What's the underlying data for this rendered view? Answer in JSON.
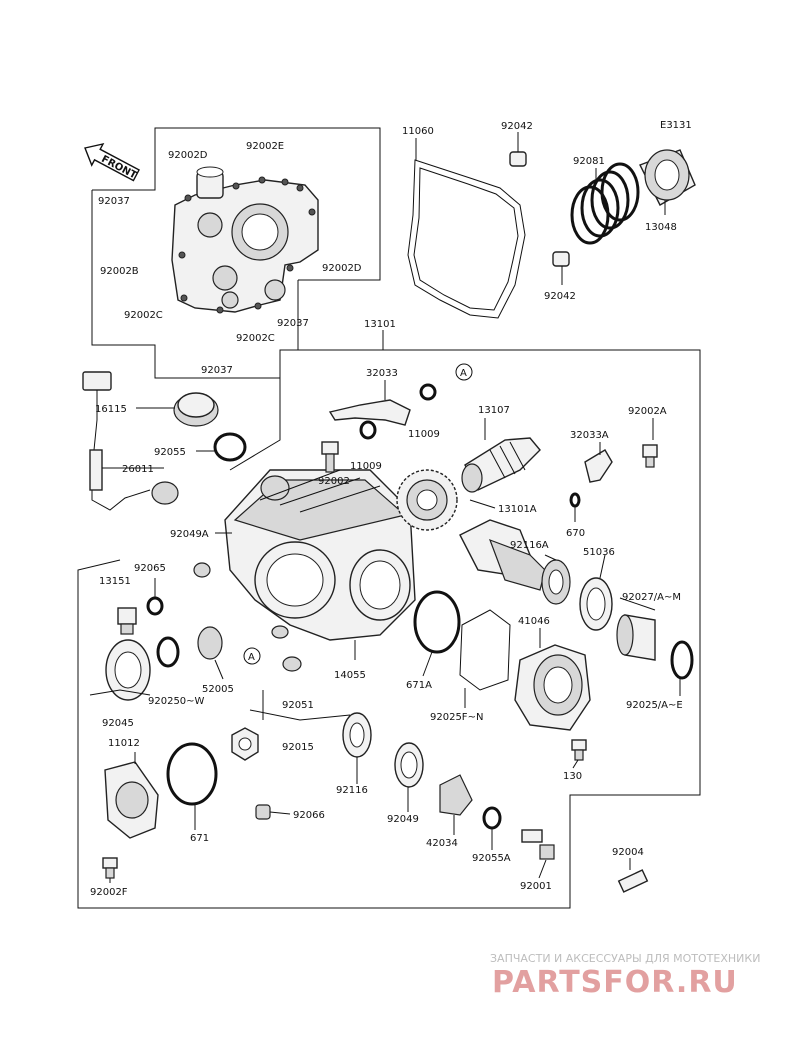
{
  "diagram_code": "E3131",
  "front_label": "FRONT",
  "callout_marker": "A",
  "part_labels": {
    "p92002D": "92002D",
    "p92002E": "92002E",
    "p92037a": "92037",
    "p92002B": "92002B",
    "p92002D2": "92002D",
    "p92002C": "92002C",
    "p92037b": "92037",
    "p92002C2": "92002C",
    "p92037c": "92037",
    "p11060": "11060",
    "p92042a": "92042",
    "p92081": "92081",
    "p13048": "13048",
    "p92042b": "92042",
    "p13101": "13101",
    "p16115": "16115",
    "p92055": "92055",
    "p26011": "26011",
    "p32033": "32033",
    "p11009a": "11009",
    "p11009b": "11009",
    "p92002": "92002",
    "p13107": "13107",
    "p92002A": "92002A",
    "p32033A": "32033A",
    "p13101A": "13101A",
    "p670": "670",
    "p92049A": "92049A",
    "p92116A": "92116A",
    "p51036": "51036",
    "p92065": "92065",
    "p13151": "13151",
    "p92027": "92027/A~M",
    "p41046": "41046",
    "p14055": "14055",
    "p671A": "671A",
    "p52005": "52005",
    "p92025W": "920250~W",
    "p92051": "92051",
    "p92025F": "92025F~N",
    "p92025A": "92025/A~E",
    "p92045": "92045",
    "p11012": "11012",
    "p92015": "92015",
    "p130": "130",
    "p92116": "92116",
    "p92049": "92049",
    "p671": "671",
    "p92066": "92066",
    "p42034": "42034",
    "p92055A": "92055A",
    "p92004": "92004",
    "p92001": "92001",
    "p92002F": "92002F"
  },
  "watermark": {
    "line1": "ЗАПЧАСТИ И АКСЕССУАРЫ ДЛЯ МОТОТЕХНИКИ",
    "line2": "PARTSFOR.RU"
  }
}
